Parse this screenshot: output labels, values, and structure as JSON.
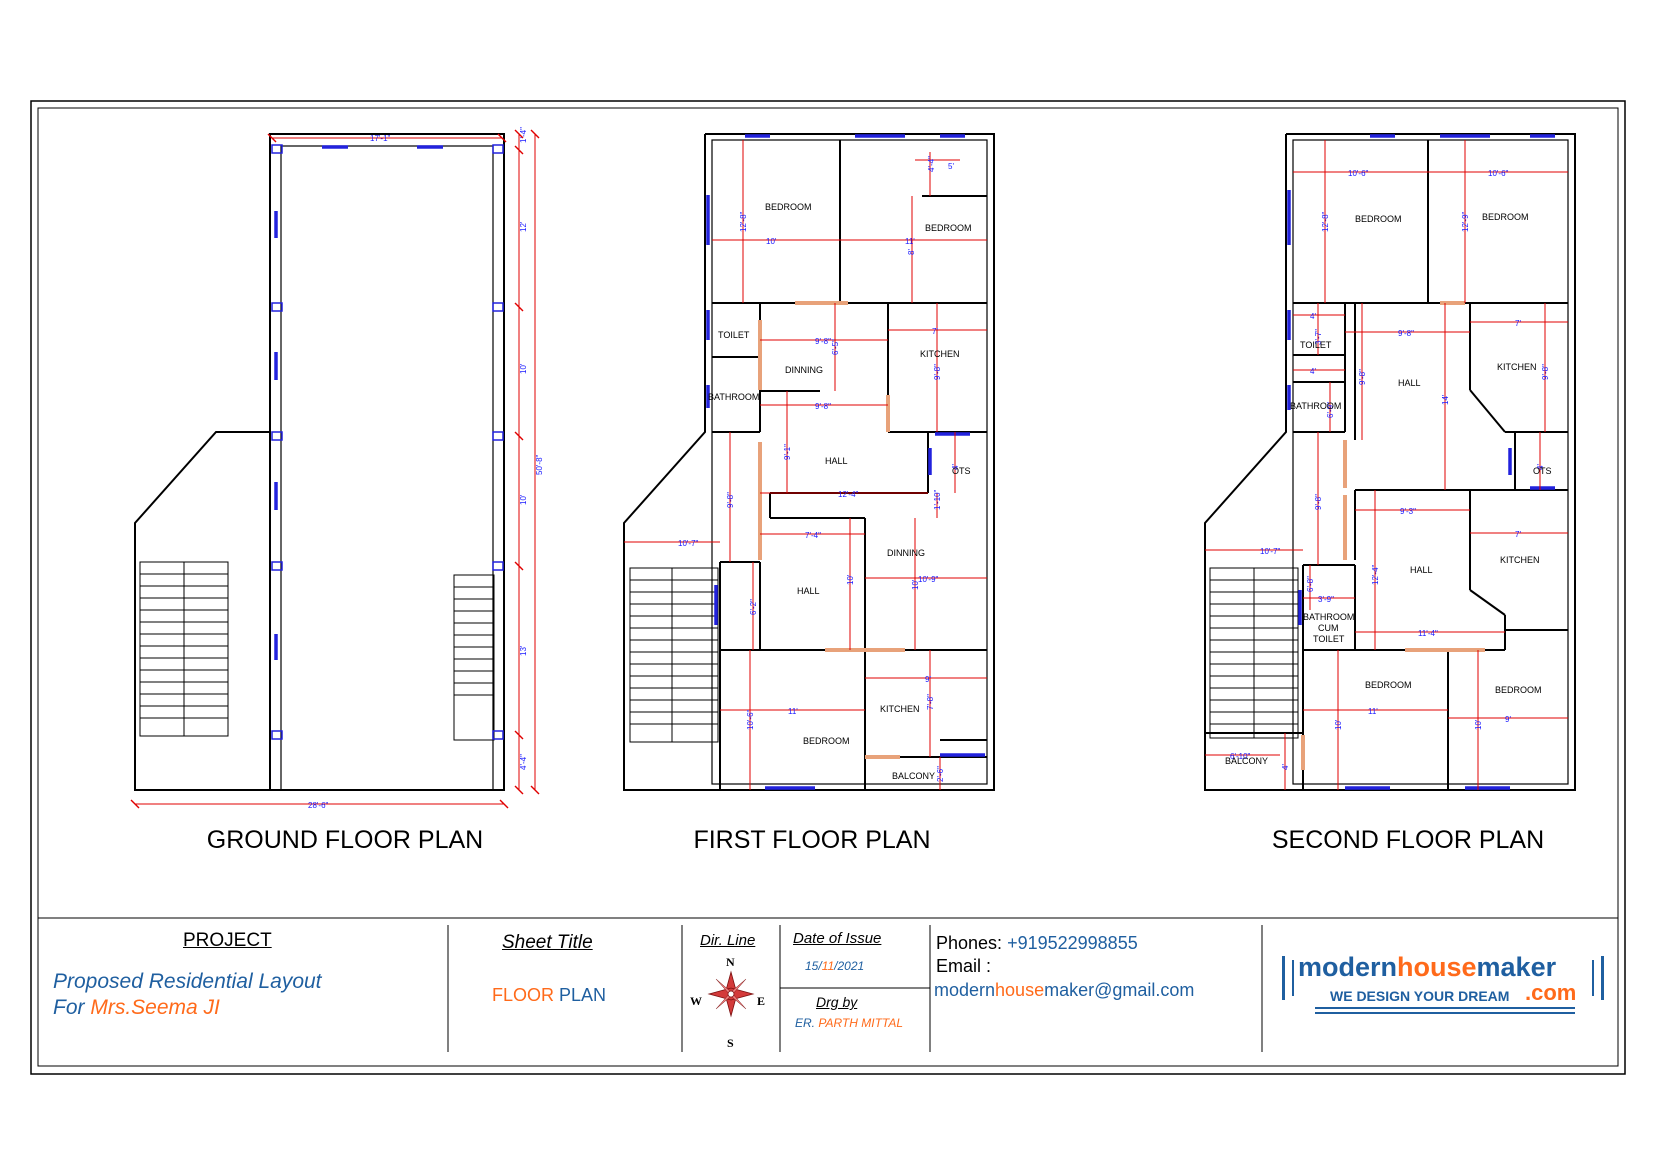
{
  "plans": {
    "ground": {
      "title": "GROUND FLOOR PLAN",
      "dims": {
        "top": "17'-1\"",
        "total": "50'-8\"",
        "seg1": "1'-4\"",
        "seg2": "12'",
        "seg3": "10'",
        "seg4": "10'",
        "seg5": "13'",
        "seg6": "4'-4\"",
        "bottom": "28'-6\""
      }
    },
    "first": {
      "title": "FIRST FLOOR PLAN",
      "rooms": [
        "BEDROOM",
        "BEDROOM",
        "TOILET",
        "DINNING",
        "KITCHEN",
        "BATHROOM",
        "HALL",
        "OTS",
        "HALL",
        "DINNING",
        "KITCHEN",
        "BEDROOM",
        "BALCONY"
      ],
      "dims": [
        "12'-8\"",
        "10'",
        "4'-4\"",
        "5'",
        "11'",
        "8'",
        "9'-8\"",
        "6'-5\"",
        "7'",
        "9'-8\"",
        "9'-8\"",
        "9'-1\"",
        "4'",
        "12'-4\"",
        "1'-10\"",
        "10'-7\"",
        "9'-8\"",
        "7'-4\"",
        "6'-2\"",
        "10'",
        "10'-9\"",
        "10'",
        "9'",
        "7'-8\"",
        "11'",
        "10'-6\"",
        "2'-6\""
      ]
    },
    "second": {
      "title": "SECOND FLOOR PLAN",
      "rooms": [
        "BEDROOM",
        "BEDROOM",
        "TOILET",
        "HALL",
        "KITCHEN",
        "BATHROOM",
        "OTS",
        "HALL",
        "KITCHEN",
        "BATHROOM",
        "CUM",
        "TOILET",
        "BEDROOM",
        "BEDROOM",
        "BALCONY"
      ],
      "dims": [
        "10'-6\"",
        "10'-6\"",
        "12'-8\"",
        "12'-9\"",
        "4'",
        "3'-7\"",
        "9'-8\"",
        "7'",
        "4'",
        "9'-8\"",
        "6'-9\"",
        "9'-8\"",
        "14'",
        "4'",
        "10'-7\"",
        "9'-8\"",
        "9'-3\"",
        "7'",
        "6'-8\"",
        "3'-9\"",
        "12'-4\"",
        "11'-4\"",
        "11'",
        "10'",
        "10'",
        "9'",
        "6'-10\"",
        "4'"
      ]
    }
  },
  "titleblock": {
    "project_label": "PROJECT",
    "project_line1": "Proposed Residential Layout",
    "project_line2_prefix": "For ",
    "project_line2_name": "Mrs.Seema JI",
    "sheet_title_label": "Sheet Title",
    "sheet_title_part1": "FLOOR",
    "sheet_title_part2": " PLAN",
    "dir_label": "Dir. Line",
    "compass": {
      "n": "N",
      "s": "S",
      "e": "E",
      "w": "W"
    },
    "date_label": "Date of Issue",
    "date_d": "15/",
    "date_m": "11",
    "date_y": "/2021",
    "drg_label": "Drg by",
    "drg_prefix": "ER. ",
    "drg_name": "PARTH MITTAL",
    "phone_label": "Phones:",
    "phone_value": "+919522998855",
    "email_label": "Email :",
    "email_part1": "modern",
    "email_part2": "house",
    "email_part3": "maker",
    "email_part4": "@gmail.com",
    "logo_part1": "modern",
    "logo_part2": "house",
    "logo_part3": "maker",
    "logo_tagline": "WE DESIGN YOUR DREAM",
    "logo_com": ".com"
  },
  "colors": {
    "dim": "#e00000",
    "dim_text": "#1a1aff",
    "window": "#2222dd",
    "door": "#e8a27a",
    "project_text": "#1f5fa0",
    "accent": "#ff6a1a"
  }
}
